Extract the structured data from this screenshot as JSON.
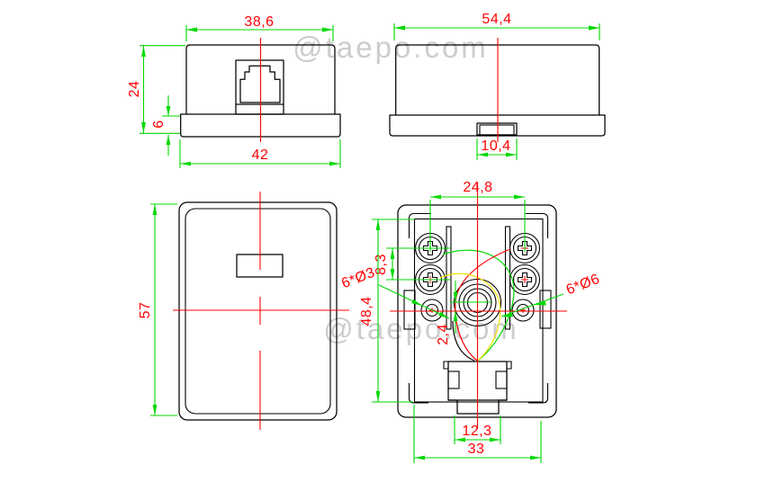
{
  "watermark": {
    "text": "@taepo.com"
  },
  "views": {
    "front": {
      "dim_top_width": "38,6",
      "dim_height": "24",
      "dim_flange_height": "6",
      "dim_bottom_width": "42"
    },
    "side": {
      "dim_top_width": "54,4",
      "dim_slot_width": "10,4"
    },
    "cover": {
      "dim_height": "57"
    },
    "base": {
      "dim_terminal_span": "24,8",
      "dim_row_spacing": "8,3",
      "dim_inner_height": "48,4",
      "dim_center_offset": "2,4",
      "dim_jack_width": "12,3",
      "dim_mount_span": "33",
      "label_screw_holes": "6*Ø3",
      "label_cable_holes": "6*Ø6"
    }
  }
}
